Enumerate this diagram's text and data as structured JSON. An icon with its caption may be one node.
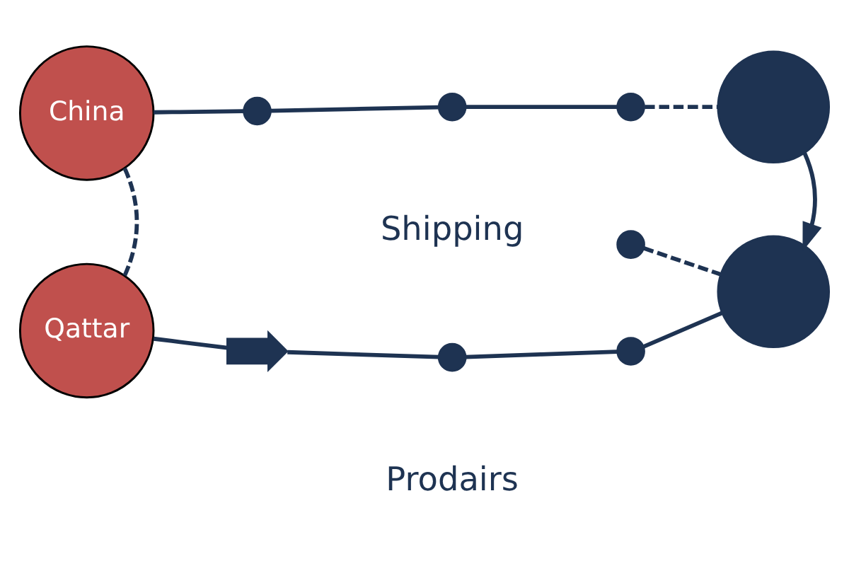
{
  "diagram": {
    "nodes": [
      {
        "text": [
          "China"
        ]
      },
      {
        "text": [],
        "shape": "circle"
      },
      {
        "text": [],
        "shape": "circle"
      },
      {
        "text": [],
        "shape": "circle"
      },
      {
        "text": [],
        "shape": "circle"
      },
      {
        "text": [],
        "shape": "circle"
      },
      {
        "text": [
          "Qattar"
        ]
      },
      {
        "text": [],
        "shape": "picture"
      },
      {
        "text": [],
        "shape": "circle"
      },
      {
        "text": [],
        "shape": "circle"
      },
      {
        "text": [],
        "shape": "circle"
      }
    ],
    "edges": [
      {
        "from": 0,
        "to": 1,
        "arrow": "none"
      },
      {
        "from": 1,
        "to": 2,
        "arrow": "none"
      },
      {
        "from": 2,
        "to": 3,
        "arrow": "none"
      },
      {
        "from": 3,
        "to": 4,
        "arrow": "none",
        "style": "dashed"
      },
      {
        "from": 4,
        "to": 10,
        "arrow": "to"
      },
      {
        "from": 0,
        "to": 6,
        "arrow": "none",
        "style": "dashed"
      },
      {
        "from": 5,
        "to": 10,
        "arrow": "none",
        "style": "dashed"
      },
      {
        "from": 6,
        "to": 7,
        "arrow": "none"
      },
      {
        "from": 7,
        "to": 8,
        "arrow": "none"
      },
      {
        "from": 8,
        "to": 9,
        "arrow": "none"
      },
      {
        "from": 9,
        "to": 10,
        "arrow": "none"
      }
    ],
    "labels": [
      "Shipping",
      "Prodairs"
    ]
  }
}
